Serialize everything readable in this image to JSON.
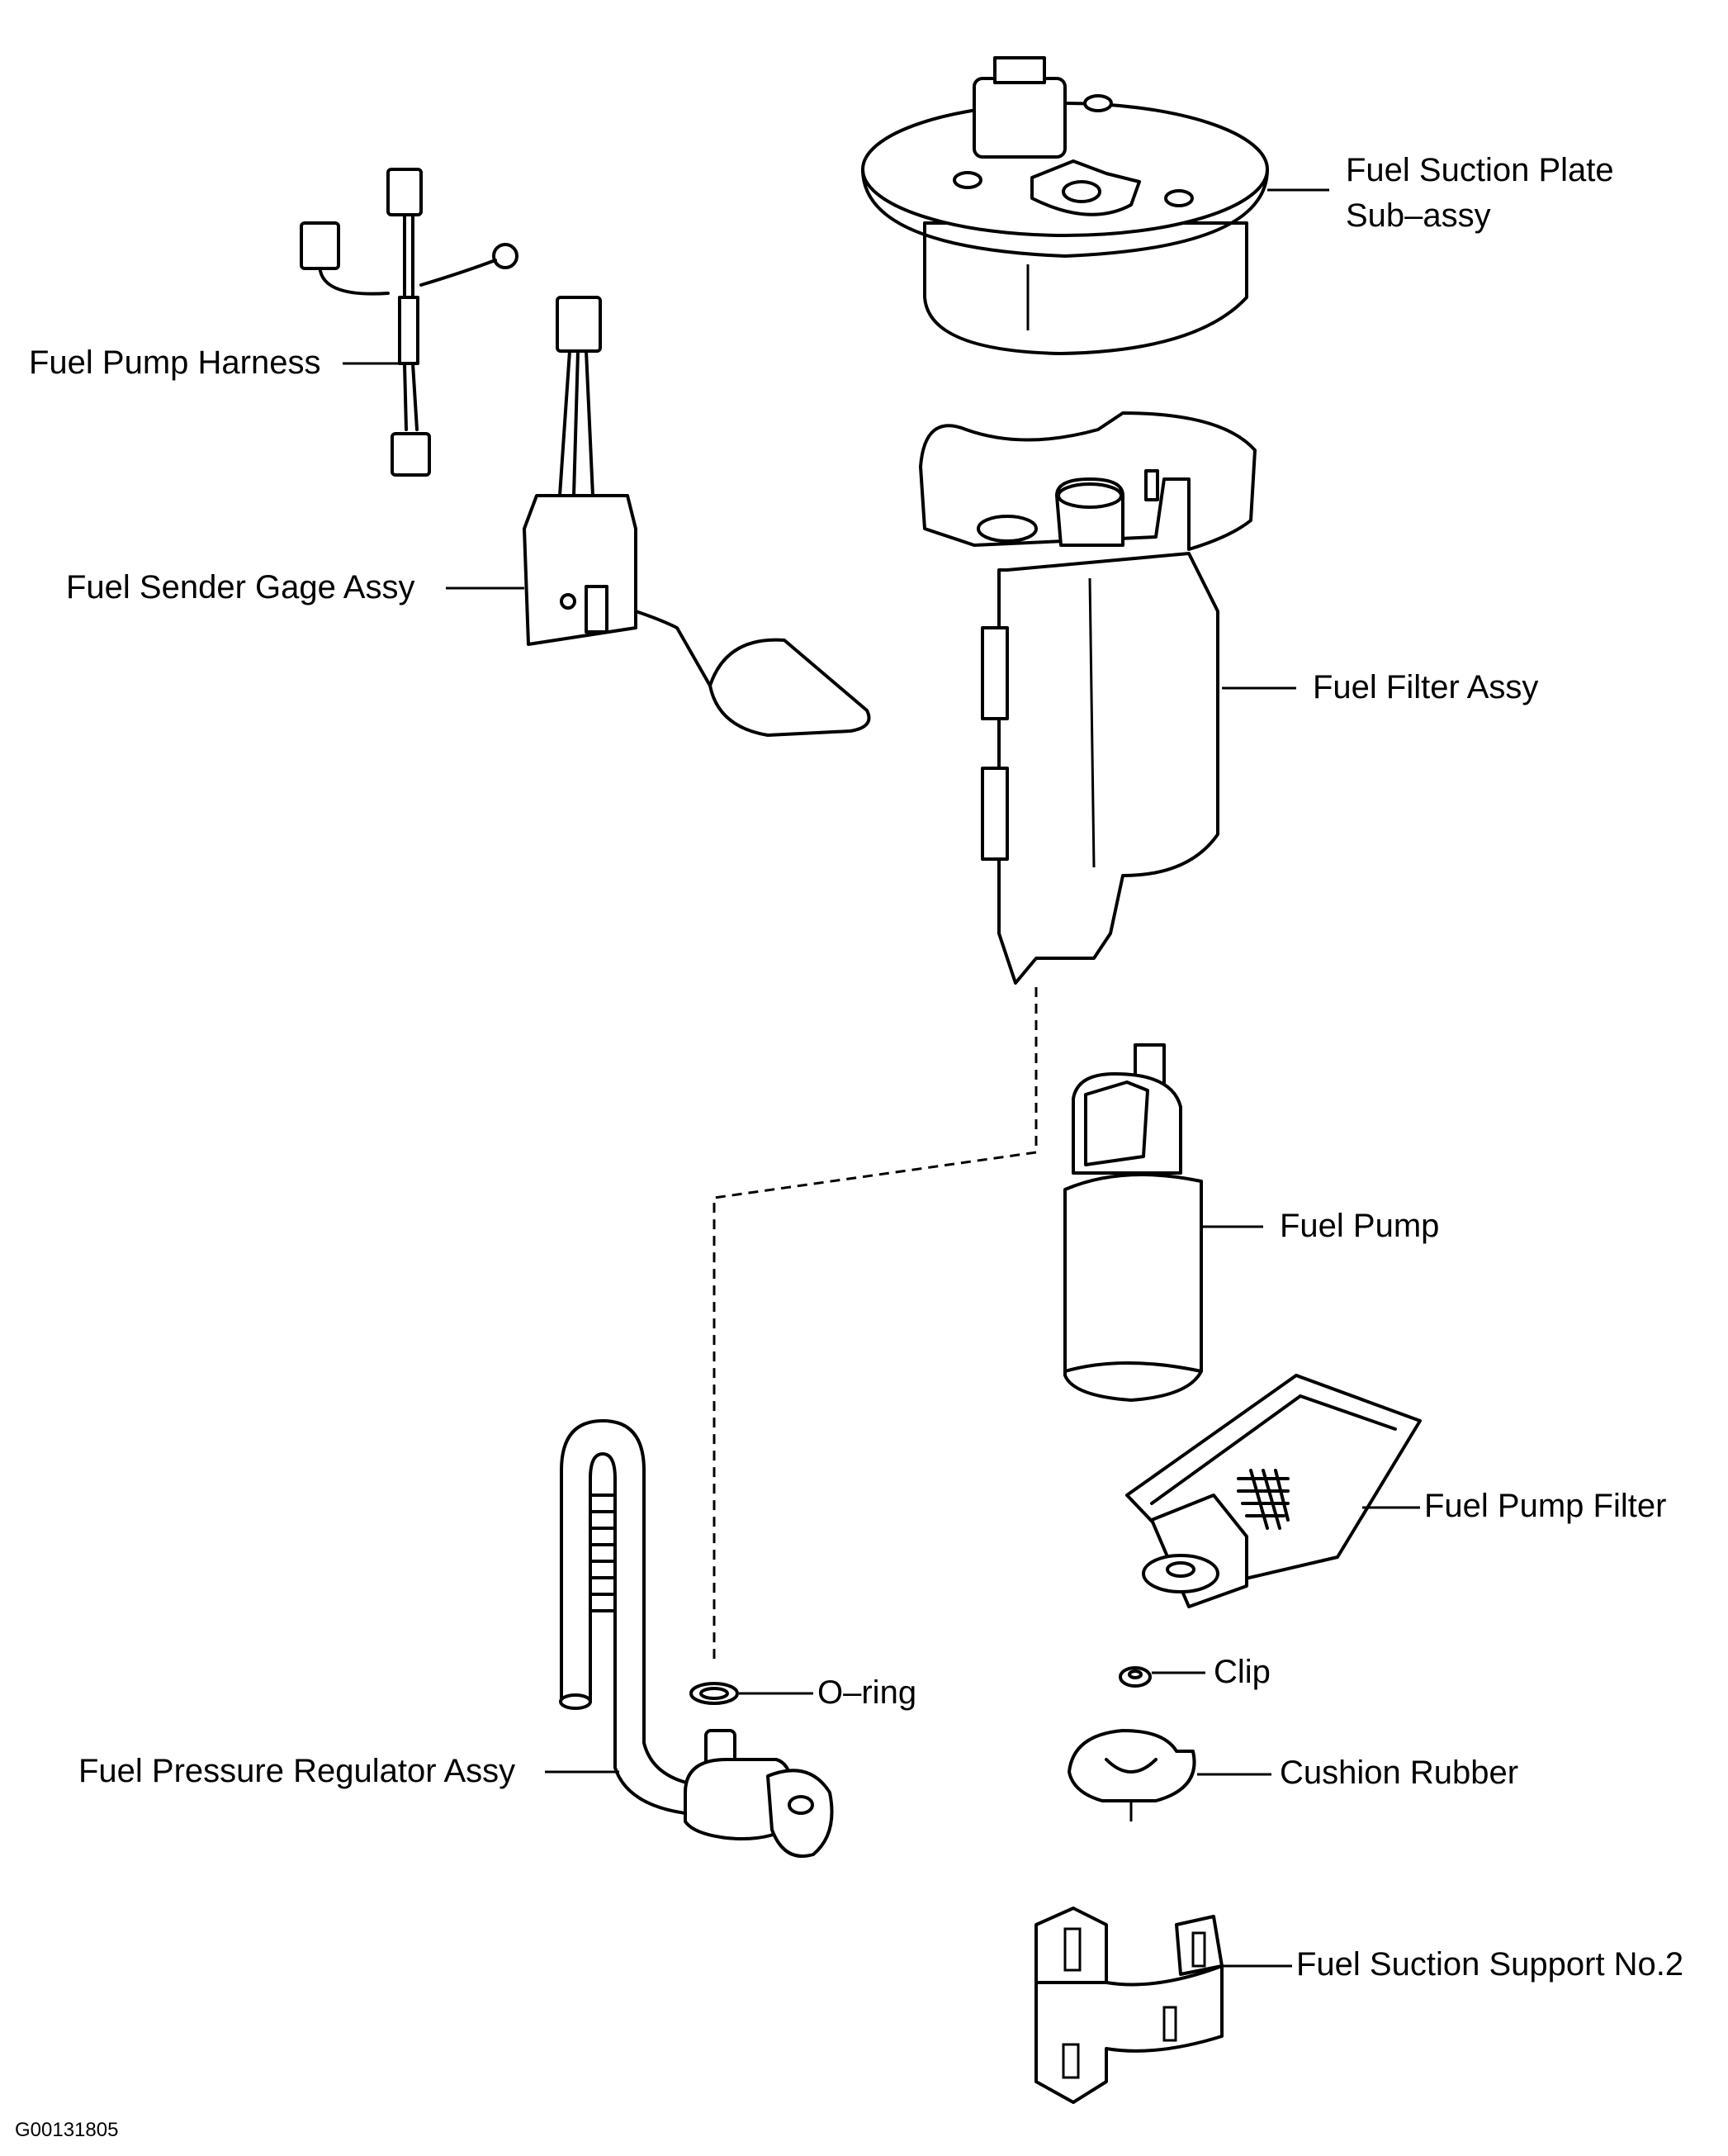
{
  "diagram": {
    "figure_id": "G00131805",
    "labels": {
      "fuel_suction_plate_line1": "Fuel Suction Plate",
      "fuel_suction_plate_line2": "Sub–assy",
      "fuel_pump_harness": "Fuel Pump Harness",
      "fuel_sender_gage": "Fuel Sender Gage Assy",
      "fuel_filter": "Fuel Filter Assy",
      "fuel_pump": "Fuel Pump",
      "fuel_pump_filter": "Fuel Pump Filter",
      "clip": "Clip",
      "o_ring": "O–ring",
      "fuel_pressure_regulator": "Fuel Pressure Regulator Assy",
      "cushion_rubber": "Cushion Rubber",
      "fuel_suction_support": "Fuel Suction Support No.2"
    }
  }
}
